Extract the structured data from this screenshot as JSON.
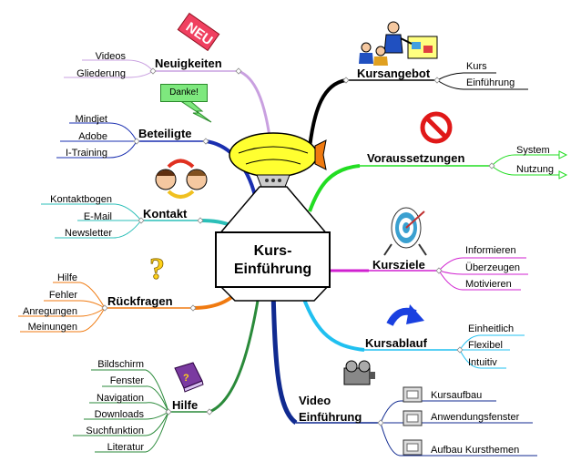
{
  "center": {
    "line1": "Kurs-",
    "line2": "Einführung"
  },
  "branches": {
    "neuigkeiten": {
      "label": "Neuigkeiten",
      "color": "#c9a0e0",
      "items": [
        "Videos",
        "Gliederung"
      ],
      "icon": "neu-stamp-icon"
    },
    "beteiligte": {
      "label": "Beteiligte",
      "color": "#1a2fb0",
      "items": [
        "Mindjet",
        "Adobe",
        "I-Training"
      ],
      "callout": "Danke!",
      "icon": "lightning-callout-icon"
    },
    "kontakt": {
      "label": "Kontakt",
      "color": "#2bbfb8",
      "items": [
        "Kontaktbogen",
        "E-Mail",
        "Newsletter"
      ],
      "icon": "people-exchange-icon"
    },
    "rueckfragen": {
      "label": "Rückfragen",
      "color": "#f07a10",
      "items": [
        "Hilfe",
        "Fehler",
        "Anregungen",
        "Meinungen"
      ],
      "icon": "question-mark-icon"
    },
    "hilfe": {
      "label": "Hilfe",
      "color": "#2a8a3a",
      "items": [
        "Bildschirm",
        "Fenster",
        "Navigation",
        "Downloads",
        "Suchfunktion",
        "Literatur"
      ],
      "icon": "help-book-icon"
    },
    "kursangebot": {
      "label": "Kursangebot",
      "color": "#000000",
      "items": [
        "Kurs",
        "Einführung"
      ],
      "icon": "presentation-icon"
    },
    "voraussetzungen": {
      "label": "Voraussetzungen",
      "color": "#22dd22",
      "items": [
        "System",
        "Nutzung"
      ],
      "icon": "no-entry-icon"
    },
    "kursziele": {
      "label": "Kursziele",
      "color": "#d020d0",
      "items": [
        "Informieren",
        "Überzeugen",
        "Motivieren"
      ],
      "icon": "target-icon"
    },
    "kursablauf": {
      "label": "Kursablauf",
      "color": "#20c0f0",
      "items": [
        "Einheitlich",
        "Flexibel",
        "Intuitiv"
      ],
      "icon": "blue-arrow-icon"
    },
    "video": {
      "label_line1": "Video",
      "label_line2": "Einführung",
      "color": "#102a90",
      "items": [
        "Kursaufbau",
        "Anwendungsfenster",
        "Aufbau Kursthemen"
      ],
      "icon": "projector-icon"
    }
  }
}
